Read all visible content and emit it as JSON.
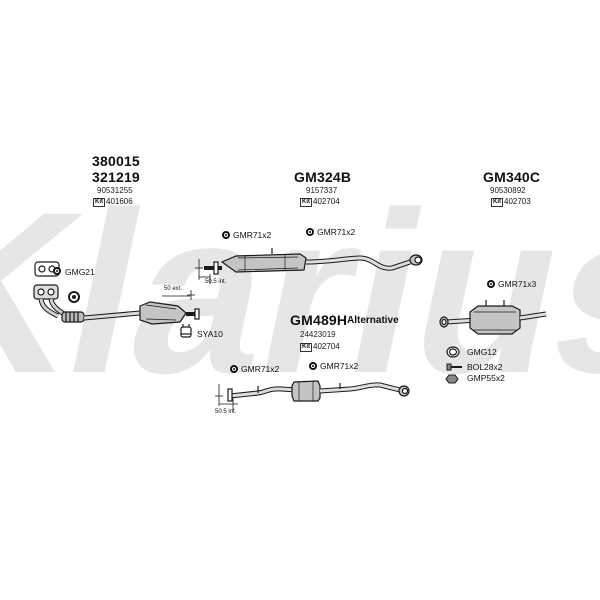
{
  "watermark": "Klarius",
  "kits": [
    {
      "codes": [
        "380015",
        "321219"
      ],
      "ref": "90531255",
      "kit_label": "Kit",
      "kit_number": "401606"
    },
    {
      "codes": [
        "GM324B"
      ],
      "ref": "9157337",
      "kit_label": "Kit",
      "kit_number": "402704"
    },
    {
      "codes": [
        "GM340C"
      ],
      "ref": "90530892",
      "kit_label": "Kit",
      "kit_number": "402703"
    },
    {
      "codes": [
        "GM489H"
      ],
      "alternative": "Alternative",
      "ref": "24423019",
      "kit_label": "Kit",
      "kit_number": "402704"
    }
  ],
  "parts": {
    "gmg21": "GMG21",
    "sya10": "SYA10",
    "gmr71x2_a": "GMR71x2",
    "gmr71x2_b": "GMR71x2",
    "gmr71x2_c": "GMR71x2",
    "gmr71x2_d": "GMR71x2",
    "gmr71x3": "GMR71x3",
    "gmg12": "GMG12",
    "bol28x2": "BOL28x2",
    "gmp55x2": "GMP55x2"
  },
  "dimensions": {
    "ext_50": "50 ext.",
    "int_50_5_a": "50.5 int.",
    "int_50_5_b": "50.5 int."
  },
  "colors": {
    "watermark": "#e6e6e6",
    "line": "#1a1a1a",
    "part_fill": "#bdbdbd"
  }
}
